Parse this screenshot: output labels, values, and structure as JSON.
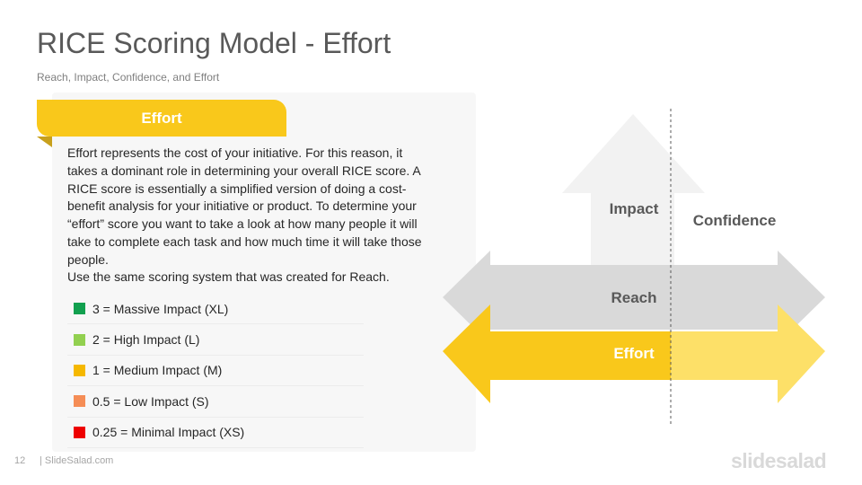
{
  "header": {
    "title": "RICE Scoring Model - Effort",
    "subtitle": "Reach, Impact, Confidence, and Effort"
  },
  "panel": {
    "tab_label": "Effort",
    "paragraph": "Effort represents the cost of your initiative. For this reason, it takes a dominant role in determining your overall RICE score. A RICE score is essentially a simplified version of doing a cost-benefit analysis for your initiative or product. To determine your “effort” score you want to take a look at how many people it will take to complete each task and how much time it will take those people.",
    "paragraph2": "Use the same scoring system that was created for Reach.",
    "legend": [
      {
        "label": "3 = Massive Impact (XL)",
        "color": "#12a04f"
      },
      {
        "label": "2 = High Impact (L)",
        "color": "#92d050"
      },
      {
        "label": "1 = Medium Impact (M)",
        "color": "#f5b800"
      },
      {
        "label": "0.5 = Low Impact (S)",
        "color": "#f58d56"
      },
      {
        "label": "0.25 = Minimal Impact (XS)",
        "color": "#ee0000"
      }
    ]
  },
  "diagram": {
    "impact_label": "Impact",
    "confidence_label": "Confidence",
    "reach_label": "Reach",
    "effort_label": "Effort",
    "colors": {
      "impact_arrow": "#f2f2f2",
      "reach_arrow": "#d9d9d9",
      "effort_arrow": "#f9c81b",
      "effort_arrow_light": "#fde068",
      "label_gray": "#595959",
      "label_white": "#ffffff"
    }
  },
  "footer": {
    "page_number": "12",
    "site": "| SlideSalad.com",
    "brand": "slidesalad"
  }
}
